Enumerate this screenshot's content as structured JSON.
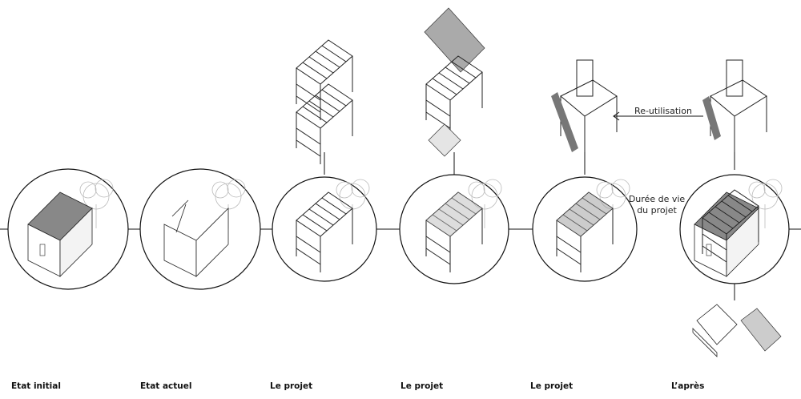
{
  "stages": [
    {
      "label": "Etat initial"
    },
    {
      "label": "Etat actuel"
    },
    {
      "label": "Le projet"
    },
    {
      "label": "Le projet"
    },
    {
      "label": "Le projet"
    },
    {
      "label": "L’après"
    }
  ],
  "annotations": {
    "reuse": "Re-utilisation",
    "lifespan_line1": "Durée de vie",
    "lifespan_line2": "du projet"
  }
}
